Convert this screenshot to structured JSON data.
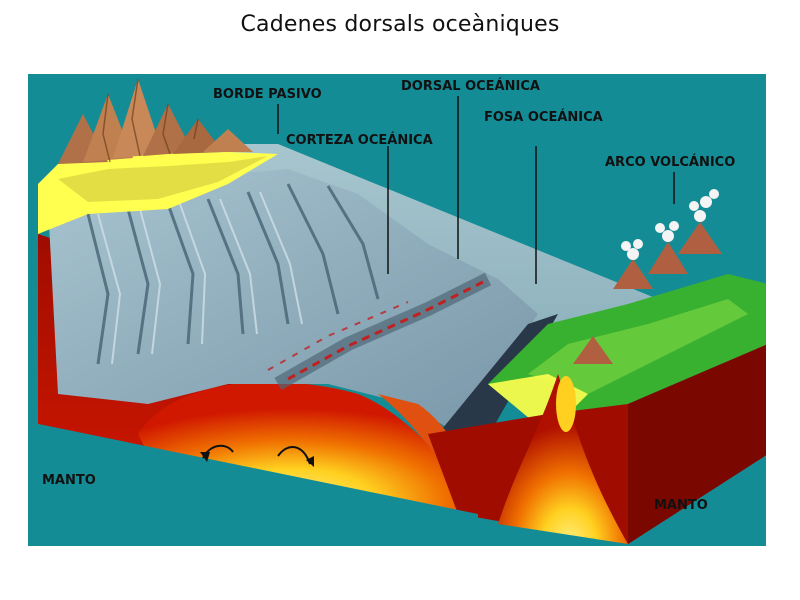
{
  "title": "Cadenes dorsals oceàniques",
  "labels": {
    "borde_pasivo": "BORDE PASIVO",
    "corteza_oceanica": "CORTEZA OCEÁNICA",
    "dorsal_oceanica": "DORSAL OCEÁNICA",
    "fosa_oceanica": "FOSA OCEÁNICA",
    "arco_volcanico": "ARCO VOLCÁNICO",
    "manto_left": "MANTO",
    "manto_right": "MANTO"
  },
  "colors": {
    "background": "#148c96",
    "ocean_floor": "#8fb0c0",
    "mantle_dark": "#8a0b00",
    "mantle_red": "#c81400",
    "magma_orange": "#f07000",
    "magma_yellow": "#ffe040",
    "mountain": "#c08050",
    "vegetation": "#38b030",
    "coastal_yellow": "#ffff50"
  }
}
